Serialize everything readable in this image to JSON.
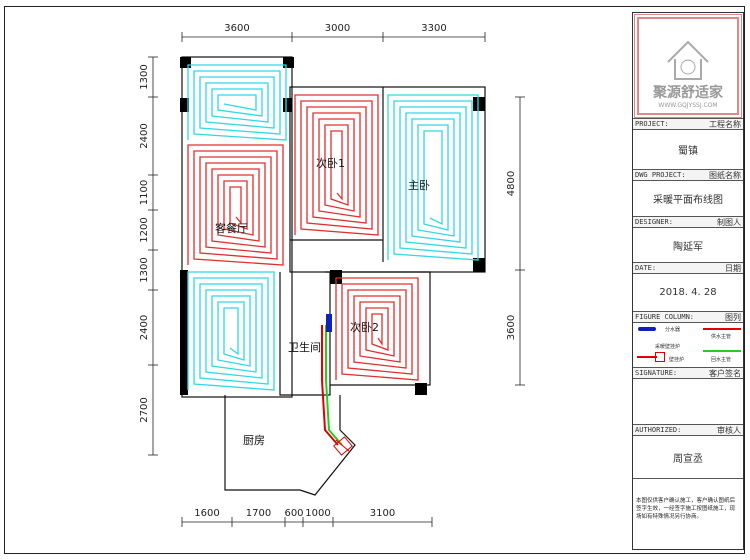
{
  "plan": {
    "rooms": {
      "living": "客餐厅",
      "bed1": "次卧1",
      "master": "主卧",
      "bed2": "次卧2",
      "bath": "卫生间",
      "kitchen": "厨房"
    },
    "dims_top": [
      "3600",
      "3000",
      "3300"
    ],
    "dims_left": [
      "1300",
      "2400",
      "1100",
      "1200",
      "1300",
      "2400",
      "2700"
    ],
    "dims_right": [
      "4800",
      "3600"
    ],
    "dims_bottom": [
      "1600",
      "1700",
      "600",
      "1000",
      "3100"
    ]
  },
  "title_block": {
    "logo_text": "聚源舒适家",
    "logo_url": "WWW.GQJYSSJ.COM",
    "project_label": "PROJECT:",
    "project_label_cn": "工程名称",
    "project": "蜀镇",
    "dwg_label": "DWG PROJECT:",
    "dwg_label_cn": "图纸名称",
    "dwg": "采暖平面布线图",
    "designer_label": "DESIGNER:",
    "designer_label_cn": "制图人",
    "designer": "陶延军",
    "date_label": "DATE:",
    "date_label_cn": "日期",
    "date": "2018. 4. 28",
    "figure_label": "FIGURE COLUMN:",
    "figure_label_cn": "图列",
    "legend": {
      "manifold": "分水器",
      "supply": "供水主管",
      "boiler_title": "采暖壁挂炉",
      "boiler": "壁挂炉",
      "return": "回水主管"
    },
    "signature_label": "SIGNATURE:",
    "signature_label_cn": "客户签名",
    "authorized_label": "AUTHORIZED:",
    "authorized_label_cn": "审核人",
    "authorized": "周宣丞",
    "note": "本图仅供客户确认施工，客户确认图纸后签字生效，一经签字施工按图纸施工，现场如有特殊情况另行协商。"
  },
  "colors": {
    "heat_red": "#e03030",
    "heat_cyan": "#30d8e8",
    "supply": "#e00000",
    "return": "#20d020",
    "manifold": "#1020c0"
  }
}
